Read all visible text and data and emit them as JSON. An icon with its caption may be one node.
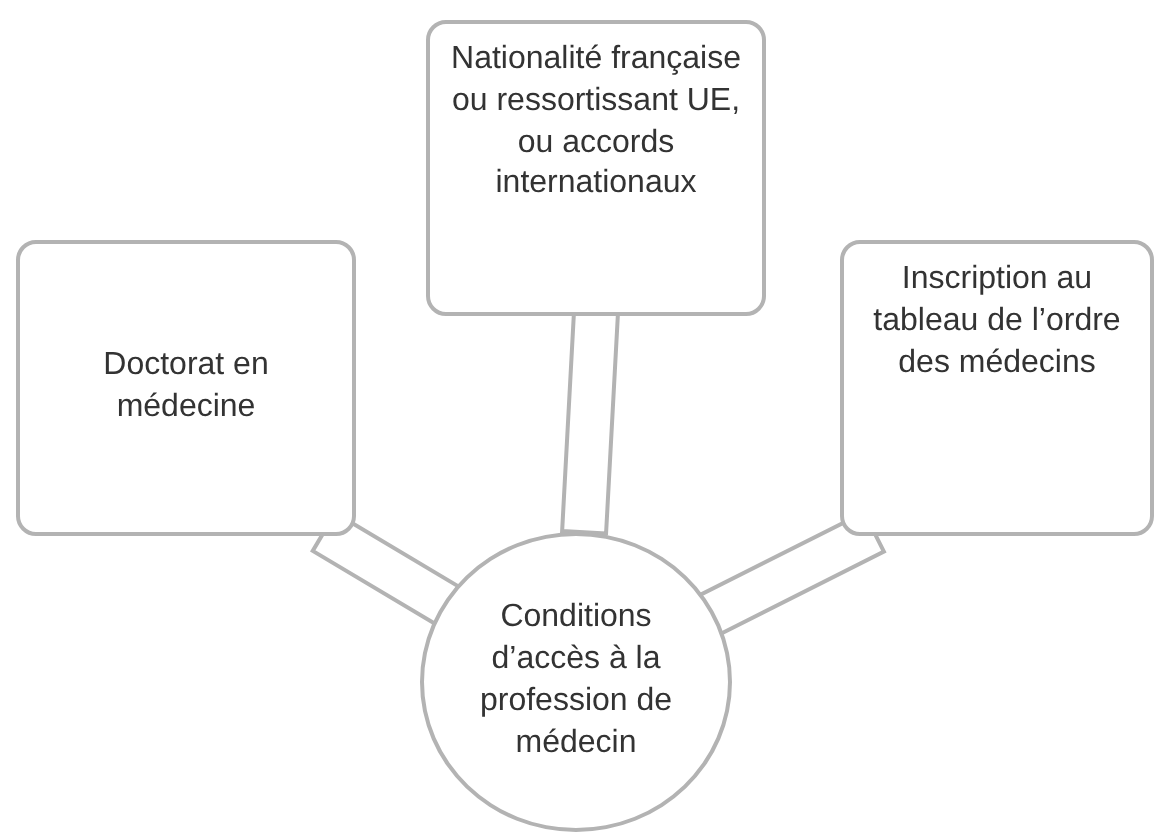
{
  "diagram": {
    "nodes": [
      {
        "text": [
          "Doctorat en médecine"
        ]
      },
      {
        "text": [
          "Nationalité française ou ressortissant UE, ou accords internationaux"
        ]
      },
      {
        "text": [
          "Inscription au tableau de l’ordre des médecins"
        ]
      },
      {
        "text": [
          "Conditions d’accès à la profession de médecin"
        ]
      }
    ],
    "edges": [
      {
        "from": 3,
        "to": 0,
        "arrow": "none",
        "style": "thick"
      },
      {
        "from": 3,
        "to": 1,
        "arrow": "none",
        "style": "thick"
      },
      {
        "from": 3,
        "to": 2,
        "arrow": "none",
        "style": "thick"
      }
    ]
  }
}
